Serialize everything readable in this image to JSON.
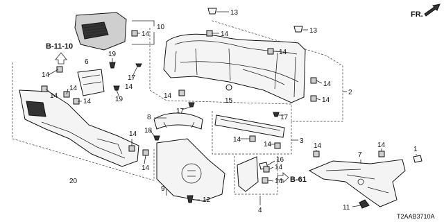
{
  "direction": {
    "label": "FR."
  },
  "refs": {
    "b_11_10": "B-11-10",
    "b_61": "B-61"
  },
  "diagram_code": "T2AAB3710A",
  "callouts": {
    "c1": "1",
    "c2": "2",
    "c3": "3",
    "c4": "4",
    "c6": "6",
    "c7": "7",
    "c8": "8",
    "c9": "9",
    "c10": "10",
    "c11": "11",
    "c12": "12",
    "c13a": "13",
    "c13b": "13",
    "c14a": "14",
    "c14b": "14",
    "c14c": "14",
    "c14d": "14",
    "c14e": "14",
    "c14f": "14",
    "c14g": "14",
    "c14h": "14",
    "c14i": "14",
    "c14j": "14",
    "c14k": "14",
    "c14l": "14",
    "c14m": "14",
    "c14n": "14",
    "c14o": "14",
    "c14p": "14",
    "c14q": "14",
    "c14r": "14",
    "c14s": "14",
    "c15": "15",
    "c16": "16",
    "c17a": "17",
    "c17b": "17",
    "c17c": "17",
    "c18": "18",
    "c19a": "19",
    "c19b": "19",
    "c20": "20"
  }
}
